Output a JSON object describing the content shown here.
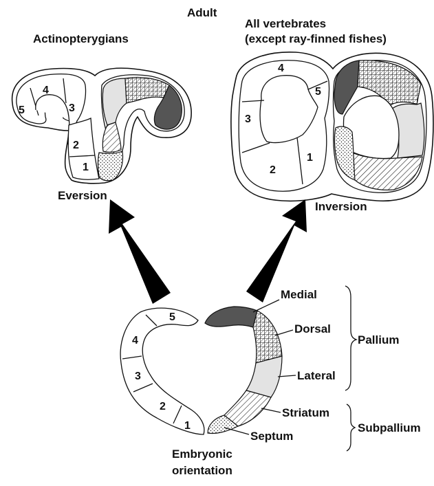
{
  "title": "Adult",
  "left_panel": {
    "title": "Actinopterygians",
    "process": "Eversion",
    "numbers": [
      "1",
      "2",
      "3",
      "4",
      "5"
    ]
  },
  "right_panel": {
    "title_line1": "All vertebrates",
    "title_line2": "(except ray-finned fishes)",
    "process": "Inversion",
    "numbers": [
      "1",
      "2",
      "3",
      "4",
      "5"
    ]
  },
  "embryo": {
    "caption_line1": "Embryonic",
    "caption_line2": "orientation",
    "numbers": [
      "1",
      "2",
      "3",
      "4",
      "5"
    ]
  },
  "regions": {
    "medial": "Medial",
    "dorsal": "Dorsal",
    "lateral": "Lateral",
    "striatum": "Striatum",
    "septum": "Septum"
  },
  "groups": {
    "pallium": "Pallium",
    "subpallium": "Subpallium"
  },
  "fill_colors": {
    "medial": "#555555",
    "lateral": "#e3e3e3",
    "outline": "#111111"
  }
}
